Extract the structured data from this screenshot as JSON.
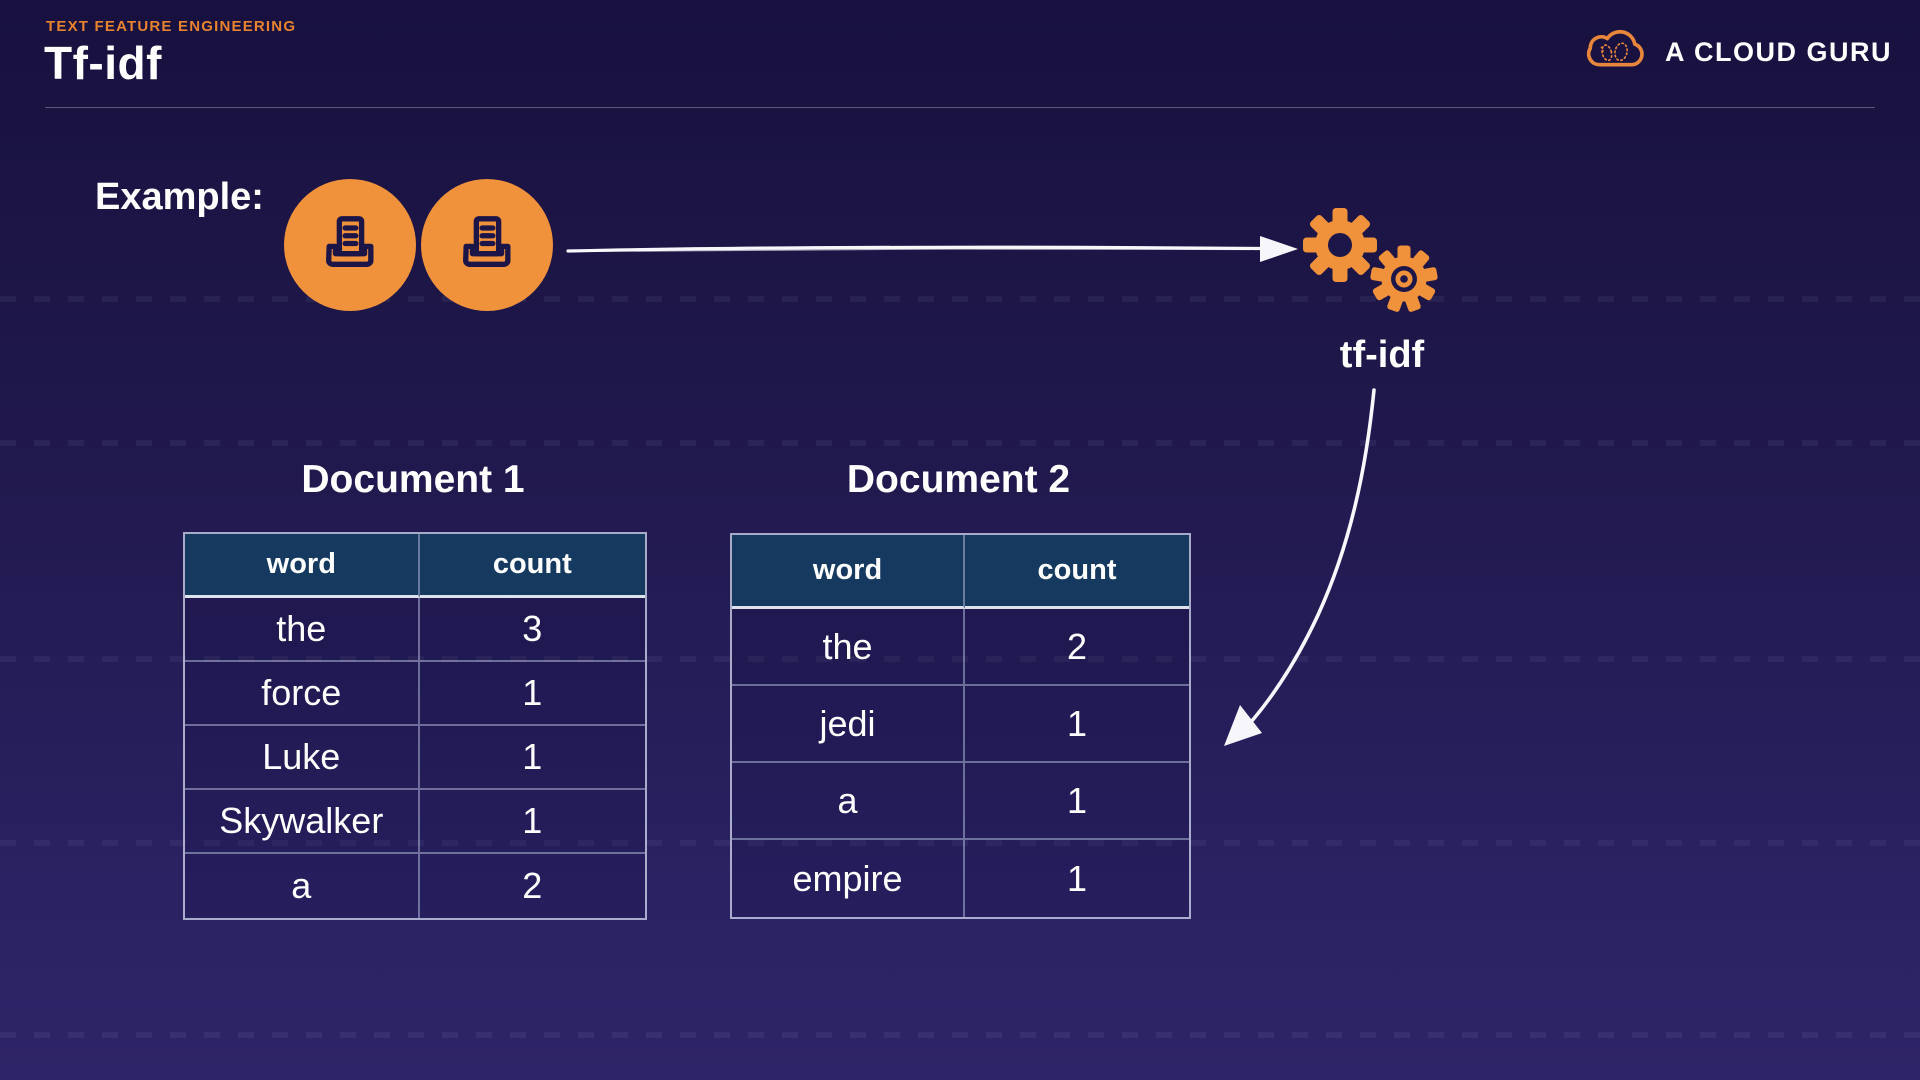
{
  "slide": {
    "eyebrow": "TEXT FEATURE ENGINEERING",
    "title": "Tf-idf",
    "example_label": "Example:",
    "process_label": "tf-idf"
  },
  "brand": {
    "name": "A CLOUD GURU"
  },
  "documents": [
    {
      "title": "Document 1",
      "columns": [
        "word",
        "count"
      ],
      "rows": [
        [
          "the",
          "3"
        ],
        [
          "force",
          "1"
        ],
        [
          "Luke",
          "1"
        ],
        [
          "Skywalker",
          "1"
        ],
        [
          "a",
          "2"
        ]
      ]
    },
    {
      "title": "Document 2",
      "columns": [
        "word",
        "count"
      ],
      "rows": [
        [
          "the",
          "2"
        ],
        [
          "jedi",
          "1"
        ],
        [
          "a",
          "1"
        ],
        [
          "empire",
          "1"
        ]
      ]
    }
  ],
  "icons": {
    "document_circles": "document-tray-icon",
    "process": "gears-icon",
    "brand": "cloud-icon",
    "flow_right": "arrow-right-icon",
    "flow_down": "curved-arrow-down-icon"
  },
  "colors": {
    "background_top": "#18113F",
    "background_bottom": "#2E2568",
    "accent_orange": "#F0913C",
    "eyebrow_orange": "#E8822F",
    "table_header_bg": "#15395F",
    "table_border": "#C6CCE4",
    "text": "#FFFFFF"
  }
}
